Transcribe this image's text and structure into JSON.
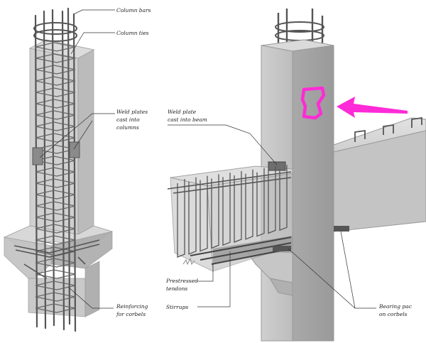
{
  "labels": {
    "column_bars": "Column bars",
    "column_ties": "Column ties",
    "weld_plates_columns_1": "Weld plates",
    "weld_plates_columns_2": "cast into",
    "weld_plates_columns_3": "columns",
    "weld_plate_beam_1": "Weld plate",
    "weld_plate_beam_2": "cast into beam",
    "reinforcing_corbels_1": "Reinforcing",
    "reinforcing_corbels_2": "for corbels",
    "prestressed_tendons_1": "Prestressed",
    "prestressed_tendons_2": "tendons",
    "stirrups": "Stirrups",
    "bearing_pad_1": "Bearing pac",
    "bearing_pad_2": "on corbels"
  },
  "colors": {
    "concrete_light": "#d2d2d2",
    "concrete_mid": "#b9b9b9",
    "concrete_dark": "#9c9c9c",
    "rebar": "#555555",
    "highlight": "#ff2bd6"
  }
}
